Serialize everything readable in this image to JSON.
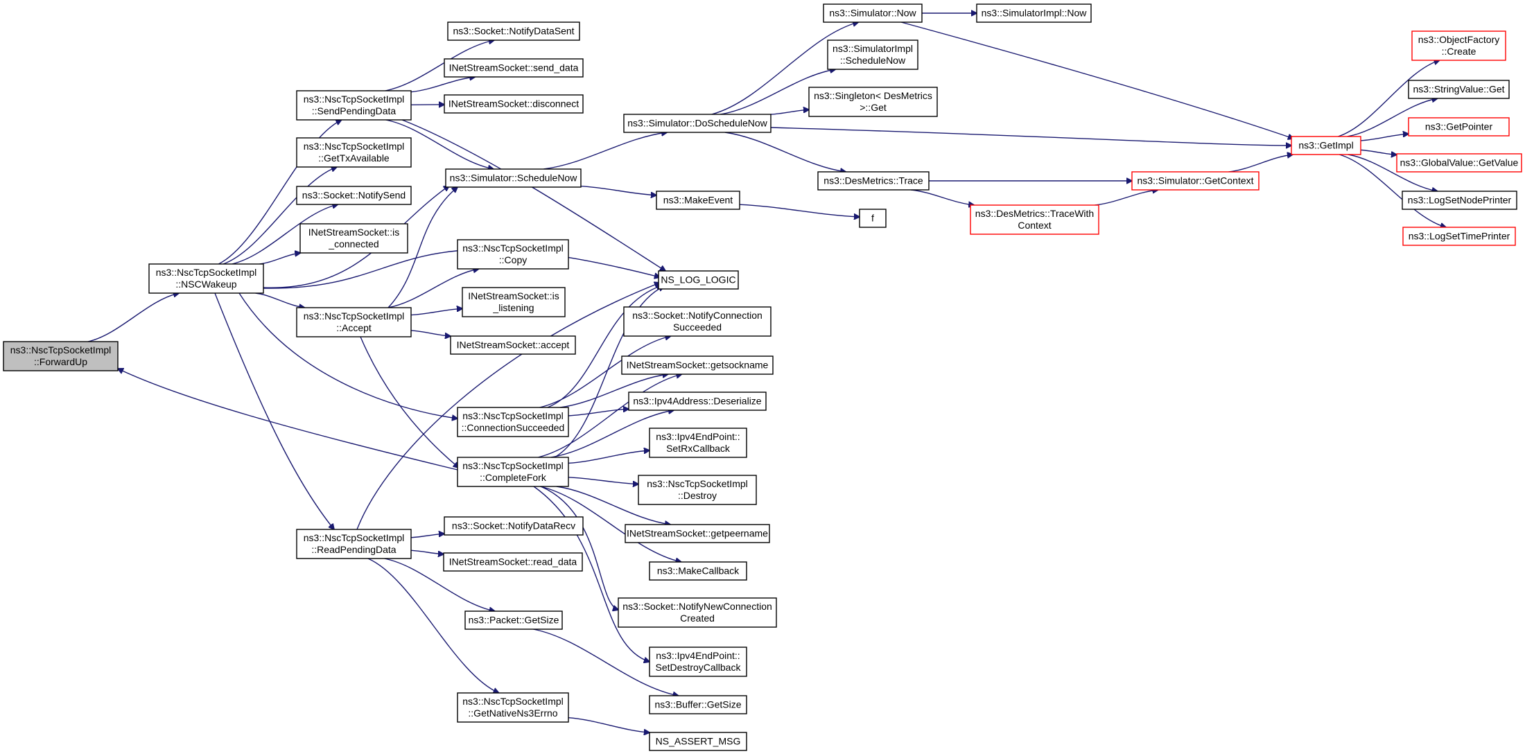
{
  "colors": {
    "edge": "#191970",
    "node_border": "#000000",
    "truncated_border": "#ff0000",
    "root_fill": "#bfbfbf",
    "fill": "#ffffff"
  },
  "nodes": [
    {
      "id": "forwardup",
      "lines": [
        "ns3::NscTcpSocketImpl",
        "::ForwardUp"
      ],
      "style": "root"
    },
    {
      "id": "nscwakeup",
      "lines": [
        "ns3::NscTcpSocketImpl",
        "::NSCWakeup"
      ],
      "style": "normal"
    },
    {
      "id": "sendpending",
      "lines": [
        "ns3::NscTcpSocketImpl",
        "::SendPendingData"
      ],
      "style": "normal"
    },
    {
      "id": "gettxavail",
      "lines": [
        "ns3::NscTcpSocketImpl",
        "::GetTxAvailable"
      ],
      "style": "normal"
    },
    {
      "id": "notifysend",
      "lines": [
        "ns3::Socket::NotifySend"
      ],
      "style": "normal"
    },
    {
      "id": "isconnected",
      "lines": [
        "INetStreamSocket::is",
        "_connected"
      ],
      "style": "normal"
    },
    {
      "id": "accept",
      "lines": [
        "ns3::NscTcpSocketImpl",
        "::Accept"
      ],
      "style": "normal"
    },
    {
      "id": "readpending",
      "lines": [
        "ns3::NscTcpSocketImpl",
        "::ReadPendingData"
      ],
      "style": "normal"
    },
    {
      "id": "notifydatasent",
      "lines": [
        "ns3::Socket::NotifyDataSent"
      ],
      "style": "normal"
    },
    {
      "id": "senddata",
      "lines": [
        "INetStreamSocket::send_data"
      ],
      "style": "normal"
    },
    {
      "id": "disconnect",
      "lines": [
        "INetStreamSocket::disconnect"
      ],
      "style": "normal"
    },
    {
      "id": "schedulenow",
      "lines": [
        "ns3::Simulator::ScheduleNow"
      ],
      "style": "normal"
    },
    {
      "id": "copy",
      "lines": [
        "ns3::NscTcpSocketImpl",
        "::Copy"
      ],
      "style": "normal"
    },
    {
      "id": "islistening",
      "lines": [
        "INetStreamSocket::is",
        "_listening"
      ],
      "style": "normal"
    },
    {
      "id": "inetaccept",
      "lines": [
        "INetStreamSocket::accept"
      ],
      "style": "normal"
    },
    {
      "id": "connsucceeded",
      "lines": [
        "ns3::NscTcpSocketImpl",
        "::ConnectionSucceeded"
      ],
      "style": "normal"
    },
    {
      "id": "completefork",
      "lines": [
        "ns3::NscTcpSocketImpl",
        "::CompleteFork"
      ],
      "style": "normal"
    },
    {
      "id": "notifydatarecv",
      "lines": [
        "ns3::Socket::NotifyDataRecv"
      ],
      "style": "normal"
    },
    {
      "id": "readdata",
      "lines": [
        "INetStreamSocket::read_data"
      ],
      "style": "normal"
    },
    {
      "id": "packetgetsize",
      "lines": [
        "ns3::Packet::GetSize"
      ],
      "style": "normal"
    },
    {
      "id": "getnativeerrno",
      "lines": [
        "ns3::NscTcpSocketImpl",
        "::GetNativeNs3Errno"
      ],
      "style": "normal"
    },
    {
      "id": "doschedulenow",
      "lines": [
        "ns3::Simulator::DoScheduleNow"
      ],
      "style": "normal"
    },
    {
      "id": "makeevent",
      "lines": [
        "ns3::MakeEvent"
      ],
      "style": "normal"
    },
    {
      "id": "nslog",
      "lines": [
        "NS_LOG_LOGIC"
      ],
      "style": "normal"
    },
    {
      "id": "notifyconnsucc",
      "lines": [
        "ns3::Socket::NotifyConnection",
        "Succeeded"
      ],
      "style": "normal"
    },
    {
      "id": "getsockname",
      "lines": [
        "INetStreamSocket::getsockname"
      ],
      "style": "normal"
    },
    {
      "id": "deserialize",
      "lines": [
        "ns3::Ipv4Address::Deserialize"
      ],
      "style": "normal"
    },
    {
      "id": "setrxcallback",
      "lines": [
        "ns3::Ipv4EndPoint::",
        "SetRxCallback"
      ],
      "style": "normal"
    },
    {
      "id": "destroy",
      "lines": [
        "ns3::NscTcpSocketImpl",
        "::Destroy"
      ],
      "style": "normal"
    },
    {
      "id": "getpeername",
      "lines": [
        "INetStreamSocket::getpeername"
      ],
      "style": "normal"
    },
    {
      "id": "makecallback",
      "lines": [
        "ns3::MakeCallback"
      ],
      "style": "normal"
    },
    {
      "id": "notifynewconn",
      "lines": [
        "ns3::Socket::NotifyNewConnection",
        "Created"
      ],
      "style": "normal"
    },
    {
      "id": "setdestroycb",
      "lines": [
        "ns3::Ipv4EndPoint::",
        "SetDestroyCallback"
      ],
      "style": "normal"
    },
    {
      "id": "buffergetsize",
      "lines": [
        "ns3::Buffer::GetSize"
      ],
      "style": "normal"
    },
    {
      "id": "nsassert",
      "lines": [
        "NS_ASSERT_MSG"
      ],
      "style": "normal"
    },
    {
      "id": "simnow",
      "lines": [
        "ns3::Simulator::Now"
      ],
      "style": "normal"
    },
    {
      "id": "simimplsnow",
      "lines": [
        "ns3::SimulatorImpl",
        "::ScheduleNow"
      ],
      "style": "normal"
    },
    {
      "id": "singleton",
      "lines": [
        "ns3::Singleton< DesMetrics",
        ">::Get"
      ],
      "style": "normal"
    },
    {
      "id": "destrace",
      "lines": [
        "ns3::DesMetrics::Trace"
      ],
      "style": "normal"
    },
    {
      "id": "f",
      "lines": [
        "f"
      ],
      "style": "normal"
    },
    {
      "id": "simimplnow",
      "lines": [
        "ns3::SimulatorImpl::Now"
      ],
      "style": "normal"
    },
    {
      "id": "getimpl",
      "lines": [
        "ns3::GetImpl"
      ],
      "style": "truncated"
    },
    {
      "id": "getcontext",
      "lines": [
        "ns3::Simulator::GetContext"
      ],
      "style": "truncated"
    },
    {
      "id": "tracewithctx",
      "lines": [
        "ns3::DesMetrics::TraceWith",
        "Context"
      ],
      "style": "truncated"
    },
    {
      "id": "objfactory",
      "lines": [
        "ns3::ObjectFactory",
        "::Create"
      ],
      "style": "truncated"
    },
    {
      "id": "stringvalue",
      "lines": [
        "ns3::StringValue::Get"
      ],
      "style": "normal"
    },
    {
      "id": "getpointer",
      "lines": [
        "ns3::GetPointer"
      ],
      "style": "truncated"
    },
    {
      "id": "globalvalue",
      "lines": [
        "ns3::GlobalValue::GetValue"
      ],
      "style": "truncated"
    },
    {
      "id": "lognodeprinter",
      "lines": [
        "ns3::LogSetNodePrinter"
      ],
      "style": "normal"
    },
    {
      "id": "logtimeprinter",
      "lines": [
        "ns3::LogSetTimePrinter"
      ],
      "style": "truncated"
    }
  ],
  "edges": [
    [
      "forwardup",
      "nscwakeup"
    ],
    [
      "completefork",
      "forwardup"
    ],
    [
      "nscwakeup",
      "sendpending"
    ],
    [
      "nscwakeup",
      "gettxavail"
    ],
    [
      "nscwakeup",
      "notifysend"
    ],
    [
      "nscwakeup",
      "isconnected"
    ],
    [
      "nscwakeup",
      "accept"
    ],
    [
      "nscwakeup",
      "readpending"
    ],
    [
      "nscwakeup",
      "connsucceeded"
    ],
    [
      "nscwakeup",
      "schedulenow"
    ],
    [
      "nscwakeup",
      "nslog"
    ],
    [
      "sendpending",
      "notifydatasent"
    ],
    [
      "sendpending",
      "senddata"
    ],
    [
      "sendpending",
      "disconnect"
    ],
    [
      "sendpending",
      "schedulenow"
    ],
    [
      "sendpending",
      "nslog"
    ],
    [
      "accept",
      "copy"
    ],
    [
      "accept",
      "islistening"
    ],
    [
      "accept",
      "inetaccept"
    ],
    [
      "accept",
      "completefork"
    ],
    [
      "accept",
      "schedulenow"
    ],
    [
      "readpending",
      "notifydatarecv"
    ],
    [
      "readpending",
      "readdata"
    ],
    [
      "readpending",
      "packetgetsize"
    ],
    [
      "readpending",
      "getnativeerrno"
    ],
    [
      "readpending",
      "nslog"
    ],
    [
      "schedulenow",
      "doschedulenow"
    ],
    [
      "schedulenow",
      "makeevent"
    ],
    [
      "connsucceeded",
      "nslog"
    ],
    [
      "connsucceeded",
      "notifyconnsucc"
    ],
    [
      "connsucceeded",
      "getsockname"
    ],
    [
      "connsucceeded",
      "deserialize"
    ],
    [
      "completefork",
      "nslog"
    ],
    [
      "completefork",
      "getsockname"
    ],
    [
      "completefork",
      "deserialize"
    ],
    [
      "completefork",
      "setrxcallback"
    ],
    [
      "completefork",
      "destroy"
    ],
    [
      "completefork",
      "getpeername"
    ],
    [
      "completefork",
      "makecallback"
    ],
    [
      "completefork",
      "notifynewconn"
    ],
    [
      "completefork",
      "setdestroycb"
    ],
    [
      "packetgetsize",
      "buffergetsize"
    ],
    [
      "getnativeerrno",
      "nsassert"
    ],
    [
      "makeevent",
      "f"
    ],
    [
      "doschedulenow",
      "simnow"
    ],
    [
      "doschedulenow",
      "simimplsnow"
    ],
    [
      "doschedulenow",
      "singleton"
    ],
    [
      "doschedulenow",
      "destrace"
    ],
    [
      "doschedulenow",
      "getimpl"
    ],
    [
      "simnow",
      "simimplnow"
    ],
    [
      "simnow",
      "getimpl"
    ],
    [
      "destrace",
      "getcontext"
    ],
    [
      "destrace",
      "tracewithctx"
    ],
    [
      "tracewithctx",
      "getcontext"
    ],
    [
      "getcontext",
      "getimpl"
    ],
    [
      "getimpl",
      "objfactory"
    ],
    [
      "getimpl",
      "stringvalue"
    ],
    [
      "getimpl",
      "getpointer"
    ],
    [
      "getimpl",
      "globalvalue"
    ],
    [
      "getimpl",
      "lognodeprinter"
    ],
    [
      "getimpl",
      "logtimeprinter"
    ]
  ]
}
